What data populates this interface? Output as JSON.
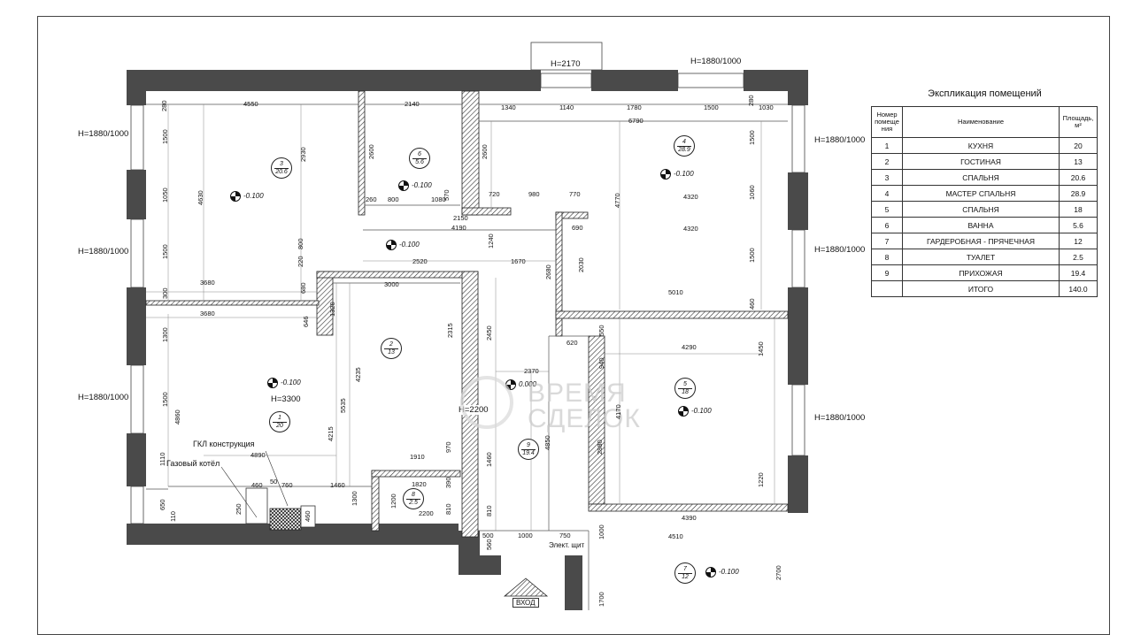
{
  "explication": {
    "title": "Экспликация помещений",
    "headers": [
      "Номер помеще ния",
      "Наименование",
      "Площадь, м²"
    ],
    "rows": [
      [
        "1",
        "КУХНЯ",
        "20"
      ],
      [
        "2",
        "ГОСТИНАЯ",
        "13"
      ],
      [
        "3",
        "СПАЛЬНЯ",
        "20.6"
      ],
      [
        "4",
        "МАСТЕР СПАЛЬНЯ",
        "28.9"
      ],
      [
        "5",
        "СПАЛЬНЯ",
        "18"
      ],
      [
        "6",
        "ВАННА",
        "5.6"
      ],
      [
        "7",
        "ГАРДЕРОБНАЯ - ПРЯЧЕЧНАЯ",
        "12"
      ],
      [
        "8",
        "ТУАЛЕТ",
        "2.5"
      ],
      [
        "9",
        "ПРИХОЖАЯ",
        "19.4"
      ],
      [
        "",
        "ИТОГО",
        "140.0"
      ]
    ]
  },
  "window_heights": {
    "h_left_1": "H=1880/1000",
    "h_left_2": "H=1880/1000",
    "h_left_3": "H=1880/1000",
    "h_right_1": "H=1880/1000",
    "h_right_2": "H=1880/1000",
    "h_right_3": "H=1880/1000",
    "h_top_right": "H=1880/1000",
    "h_balcony": "H=2170",
    "h_kitchen": "H=3300",
    "h_hall": "H=2200"
  },
  "rooms": [
    {
      "id": "1",
      "area": "20"
    },
    {
      "id": "2",
      "area": "13"
    },
    {
      "id": "3",
      "area": "20.6"
    },
    {
      "id": "4",
      "area": "28.9"
    },
    {
      "id": "5",
      "area": "18"
    },
    {
      "id": "6",
      "area": "5.6"
    },
    {
      "id": "7",
      "area": "12"
    },
    {
      "id": "8",
      "area": "2.5"
    },
    {
      "id": "9",
      "area": "19.4"
    }
  ],
  "levels": {
    "l1": "-0.100",
    "l2": "-0.100",
    "l3": "-0.100",
    "l4": "-0.100",
    "l5": "-0.100",
    "l6": "-0.100",
    "l7": "-0.100",
    "l9": "0.000"
  },
  "notes": {
    "gkl": "ГКЛ конструкция",
    "boiler": "Газовый котёл",
    "panel": "Элект. щит",
    "entrance": "ВХОД"
  },
  "watermark": {
    "line1": "ВРЕМЯ",
    "line2": "СДЕЛОК"
  },
  "dims": {
    "d4550": "4550",
    "d2140": "2140",
    "d1340": "1340",
    "d1140": "1140",
    "d1780": "1780",
    "d1500t": "1500",
    "d1030": "1030",
    "d280a": "280",
    "d280b": "280",
    "d6790": "6790",
    "d1500a": "1500",
    "d1050": "1050",
    "d1500b": "1500",
    "d300": "300",
    "d4630": "4630",
    "d2930": "2930",
    "d2600a": "2600",
    "d2600b": "2600",
    "d570": "570",
    "d260": "260",
    "d800a": "800",
    "d1080": "1080",
    "d720": "720",
    "d980": "980",
    "d770": "770",
    "d4320a": "4320",
    "d4320b": "4320",
    "d4770": "4770",
    "d1060": "1060",
    "d1500c": "1500",
    "d1500d": "1500",
    "d2150": "2150",
    "d4190": "4190",
    "d690": "690",
    "d1240": "1240",
    "d2520": "2520",
    "d1670": "1670",
    "d2680": "2680",
    "d2030": "2030",
    "d5010": "5010",
    "d460a": "460",
    "d800b": "800",
    "d220": "220",
    "d3680a": "3680",
    "d680": "680",
    "d3000": "3000",
    "d3680b": "3680",
    "d1320": "1320",
    "d646": "646",
    "d1300a": "1300",
    "d1500e": "1500",
    "d4860": "4860",
    "d4235": "4235",
    "d5535": "5535",
    "d4215": "4215",
    "d2315": "2315",
    "d2450": "2450",
    "d620": "620",
    "d550": "550",
    "d940": "940",
    "d4290": "4290",
    "d1450": "1450",
    "d2370": "2370",
    "d4170": "4170",
    "d2880": "2880",
    "d1220": "1220",
    "d4850": "4850",
    "d970": "970",
    "d1910": "1910",
    "d4890": "4890",
    "d1110": "1110",
    "d460b": "460",
    "d50": "50",
    "d760": "760",
    "d1460a": "1460",
    "d1460b": "1460",
    "d1820": "1820",
    "d390": "390",
    "d1300b": "1300",
    "d1200": "1200",
    "d2200": "2200",
    "d810a": "810",
    "d810b": "810",
    "d250": "250",
    "d460c": "460",
    "d650": "650",
    "d110": "110",
    "d4390": "4390",
    "d500": "500",
    "d1000a": "1000",
    "d750": "750",
    "d1000b": "1000",
    "d4510": "4510",
    "d2700": "2700",
    "d1700": "1700",
    "d560": "560"
  }
}
